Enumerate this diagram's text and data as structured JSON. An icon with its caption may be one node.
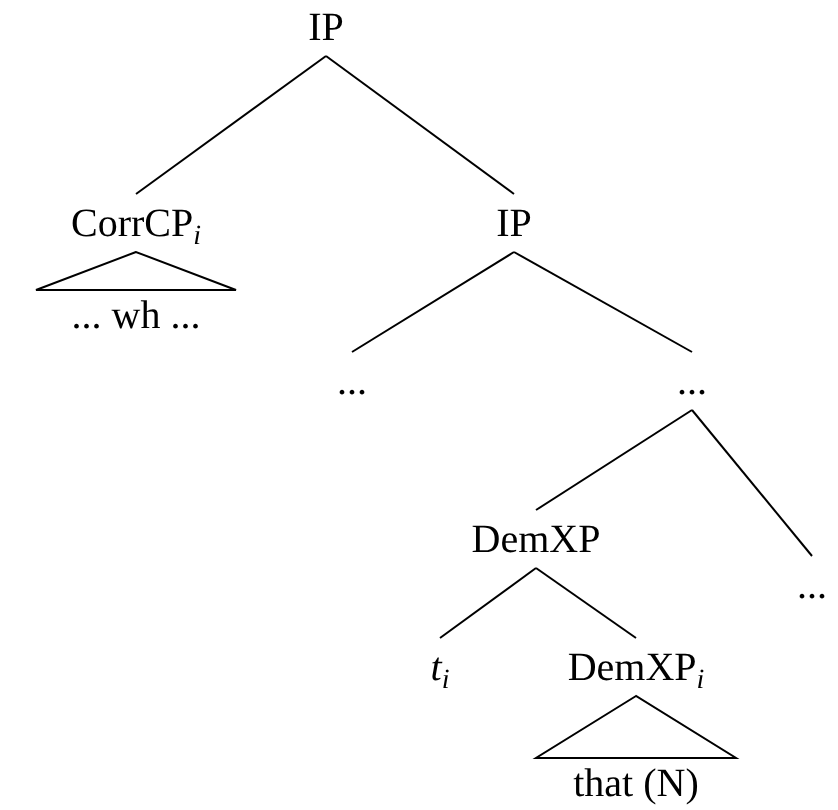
{
  "diagram": {
    "nodes": [
      {
        "text": [
          "IP"
        ]
      },
      {
        "text": [
          "CorrCP$_{i}$"
        ]
      },
      {
        "text": [
          "IP"
        ]
      },
      {
        "text": [
          "... wh ..."
        ]
      },
      {
        "text": [
          "..."
        ]
      },
      {
        "text": [
          "..."
        ]
      },
      {
        "text": [
          "DemXP"
        ]
      },
      {
        "text": [
          "..."
        ]
      },
      {
        "text": [
          "t$_{i}$"
        ]
      },
      {
        "text": [
          "DemXP$_{i}$"
        ]
      },
      {
        "text": [
          "that (N)"
        ]
      }
    ],
    "edges": [
      {
        "from": 0,
        "to": 1,
        "arrow": "none"
      },
      {
        "from": 0,
        "to": 2,
        "arrow": "none"
      },
      {
        "from": 1,
        "to": 3,
        "arrow": "none"
      },
      {
        "from": 2,
        "to": 4,
        "arrow": "none"
      },
      {
        "from": 2,
        "to": 5,
        "arrow": "none"
      },
      {
        "from": 5,
        "to": 6,
        "arrow": "none"
      },
      {
        "from": 5,
        "to": 7,
        "arrow": "none"
      },
      {
        "from": 6,
        "to": 8,
        "arrow": "none"
      },
      {
        "from": 6,
        "to": 9,
        "arrow": "none"
      },
      {
        "from": 9,
        "to": 10,
        "arrow": "none"
      }
    ]
  }
}
